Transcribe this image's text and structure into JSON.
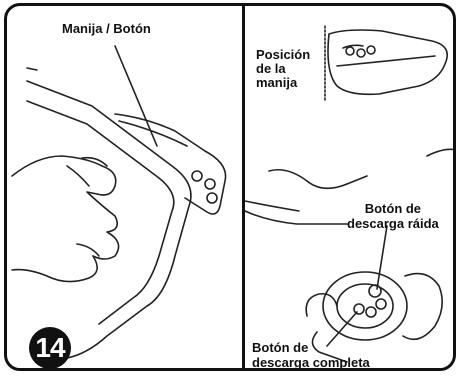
{
  "step_number": "14",
  "left_panel": {
    "label": "Manija / Botón"
  },
  "right_panel": {
    "handle_position_label": "Posición\nde la\nmanija",
    "partial_flush_label": "Botón de\ndescarga ráida",
    "full_flush_label": "Botón de\ndescarga completa"
  }
}
